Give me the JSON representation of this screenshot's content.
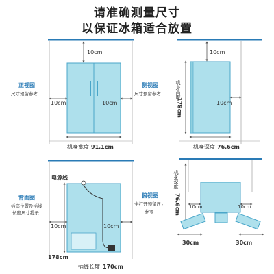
{
  "header": {
    "line1": "请准确测量尺寸",
    "line2": "以保证冰箱适合放置"
  },
  "front": {
    "title": "正视图",
    "subtitle": "尺寸预留参考",
    "top_gap": "10cm",
    "left_gap": "10cm",
    "right_gap": "10cm",
    "width_label": "机身宽度",
    "width_value": "91.1cm"
  },
  "side": {
    "title": "侧视图",
    "subtitle": "尺寸预留参考",
    "top_gap": "10cm",
    "back_gap": "10cm",
    "height_label": "机身高度",
    "height_value": "178cm",
    "depth_label": "机身深度",
    "depth_value": "76.6cm"
  },
  "back": {
    "title": "背面图",
    "subtitle1": "插座位置及插线",
    "subtitle2": "长度尺寸提示",
    "power_cord_label": "电源线",
    "left_gap": "10cm",
    "right_gap": "10cm",
    "height_value": "178cm",
    "cord_length_label": "插线长度",
    "cord_length_value": "170cm"
  },
  "top": {
    "title": "俯视图",
    "subtitle1": "全打开预留尺寸",
    "subtitle2": "参考",
    "depth_label": "机身深度",
    "depth_value": "76.6cm",
    "left_gap": "10cm",
    "right_gap": "10cm",
    "left_door": "30cm",
    "right_door": "30cm"
  },
  "colors": {
    "fridge_fill": "#aee0ec",
    "fridge_stroke": "#4aa6c9",
    "accent_blue": "#2a7bb6",
    "gap_line": "#999999"
  }
}
